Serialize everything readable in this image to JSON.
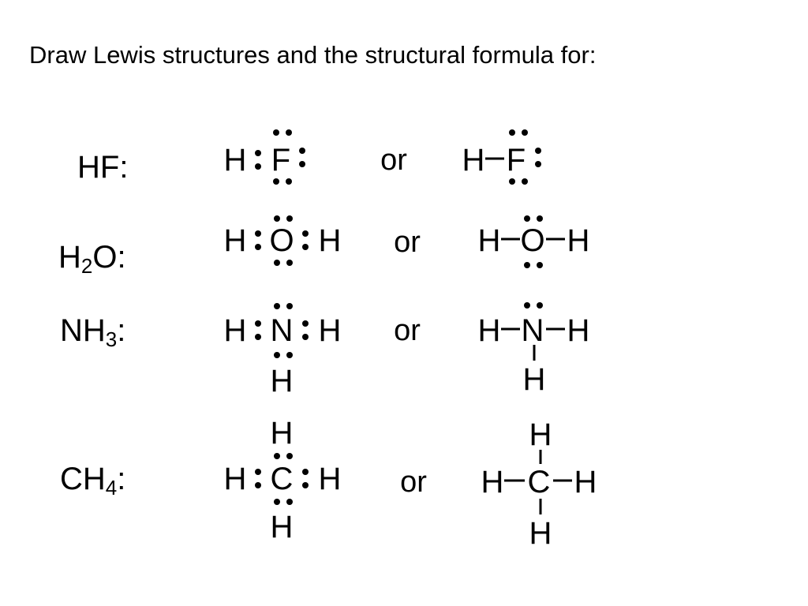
{
  "title": "Draw Lewis structures and the structural formula for:",
  "connector": "or",
  "hf": {
    "formula": "HF:",
    "atoms": {
      "h": "H",
      "f": "F"
    }
  },
  "h2o": {
    "formula_main": "H",
    "formula_sub": "2",
    "formula_tail": "O:",
    "atoms": {
      "h": "H",
      "o": "O"
    }
  },
  "nh3": {
    "formula_main": "NH",
    "formula_sub": "3",
    "formula_tail": ":",
    "atoms": {
      "h": "H",
      "n": "N"
    }
  },
  "ch4": {
    "formula_main": "CH",
    "formula_sub": "4",
    "formula_tail": ":",
    "atoms": {
      "h": "H",
      "c": "C"
    }
  }
}
